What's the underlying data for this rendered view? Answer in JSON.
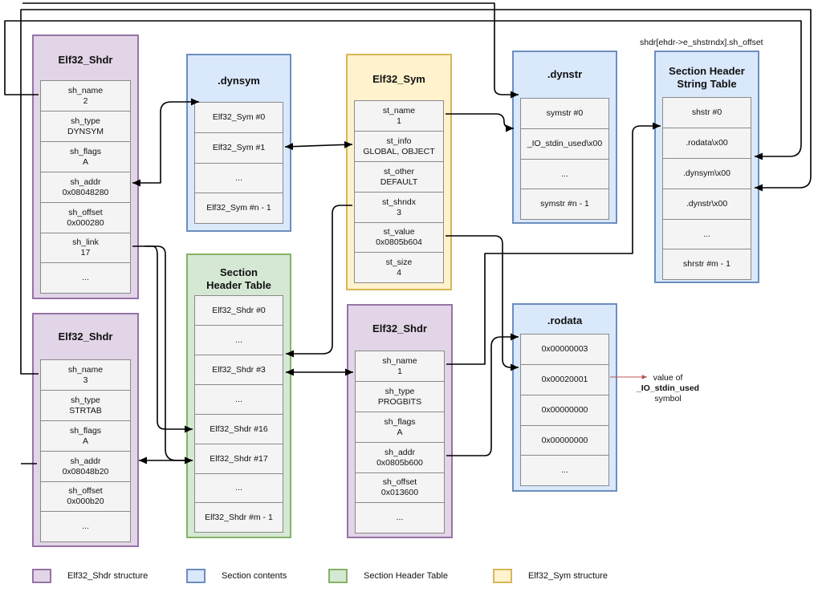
{
  "panels": {
    "shdr_top": {
      "title": "Elf32_Shdr",
      "cells": [
        {
          "l1": "sh_name",
          "l2": "2"
        },
        {
          "l1": "sh_type",
          "l2": "DYNSYM"
        },
        {
          "l1": "sh_flags",
          "l2": "A"
        },
        {
          "l1": "sh_addr",
          "l2": "0x08048280"
        },
        {
          "l1": "sh_offset",
          "l2": "0x000280"
        },
        {
          "l1": "sh_link",
          "l2": "17"
        },
        {
          "l1": "...",
          "l2": ""
        }
      ]
    },
    "shdr_bottom": {
      "title": "Elf32_Shdr",
      "cells": [
        {
          "l1": "sh_name",
          "l2": "3"
        },
        {
          "l1": "sh_type",
          "l2": "STRTAB"
        },
        {
          "l1": "sh_flags",
          "l2": "A"
        },
        {
          "l1": "sh_addr",
          "l2": "0x08048b20"
        },
        {
          "l1": "sh_offset",
          "l2": "0x000b20"
        },
        {
          "l1": "...",
          "l2": ""
        }
      ]
    },
    "dynsym": {
      "title": ".dynsym",
      "cells": [
        {
          "l1": "Elf32_Sym #0",
          "l2": ""
        },
        {
          "l1": "Elf32_Sym #1",
          "l2": ""
        },
        {
          "l1": "...",
          "l2": ""
        },
        {
          "l1": "Elf32_Sym #n - 1",
          "l2": ""
        }
      ]
    },
    "sht": {
      "title1": "Section",
      "title2": "Header Table",
      "cells": [
        {
          "l1": "Elf32_Shdr #0",
          "l2": ""
        },
        {
          "l1": "...",
          "l2": ""
        },
        {
          "l1": "Elf32_Shdr #3",
          "l2": ""
        },
        {
          "l1": "...",
          "l2": ""
        },
        {
          "l1": "Elf32_Shdr #16",
          "l2": ""
        },
        {
          "l1": "Elf32_Shdr #17",
          "l2": ""
        },
        {
          "l1": "...",
          "l2": ""
        },
        {
          "l1": "Elf32_Shdr #m - 1",
          "l2": ""
        }
      ]
    },
    "sym": {
      "title": "Elf32_Sym",
      "cells": [
        {
          "l1": "st_name",
          "l2": "1"
        },
        {
          "l1": "st_info",
          "l2": "GLOBAL, OBJECT"
        },
        {
          "l1": "st_other",
          "l2": "DEFAULT"
        },
        {
          "l1": "st_shndx",
          "l2": "3"
        },
        {
          "l1": "st_value",
          "l2": "0x0805b604"
        },
        {
          "l1": "st_size",
          "l2": "4"
        }
      ]
    },
    "shdr_mid": {
      "title": "Elf32_Shdr",
      "cells": [
        {
          "l1": "sh_name",
          "l2": "1"
        },
        {
          "l1": "sh_type",
          "l2": "PROGBITS"
        },
        {
          "l1": "sh_flags",
          "l2": "A"
        },
        {
          "l1": "sh_addr",
          "l2": "0x0805b600"
        },
        {
          "l1": "sh_offset",
          "l2": "0x013600"
        },
        {
          "l1": "...",
          "l2": ""
        }
      ]
    },
    "dynstr": {
      "title": ".dynstr",
      "cells": [
        {
          "l1": "symstr #0",
          "l2": ""
        },
        {
          "l1": "_IO_stdin_used\\x00",
          "l2": ""
        },
        {
          "l1": "...",
          "l2": ""
        },
        {
          "l1": "symstr #n - 1",
          "l2": ""
        }
      ]
    },
    "rodata": {
      "title": ".rodata",
      "cells": [
        {
          "l1": "0x00000003",
          "l2": ""
        },
        {
          "l1": "0x00020001",
          "l2": ""
        },
        {
          "l1": "0x00000000",
          "l2": ""
        },
        {
          "l1": "0x00000000",
          "l2": ""
        },
        {
          "l1": "...",
          "l2": ""
        }
      ]
    },
    "shstrtab": {
      "title1": "Section Header",
      "title2": "String Table",
      "cells": [
        {
          "l1": "shstr #0",
          "l2": ""
        },
        {
          "l1": ".rodata\\x00",
          "l2": ""
        },
        {
          "l1": ".dynsym\\x00",
          "l2": ""
        },
        {
          "l1": ".dynstr\\x00",
          "l2": ""
        },
        {
          "l1": "...",
          "l2": ""
        },
        {
          "l1": "shrstr #m - 1",
          "l2": ""
        }
      ]
    }
  },
  "shstr_offset_label": "shdr[ehdr->e_shstrndx].sh_offset",
  "value_note": {
    "line1": "value of",
    "line2": "_IO_stdin_used",
    "line3": "symbol"
  },
  "legend": [
    {
      "label": "Elf32_Shdr structure",
      "fill": "#e1d5e7",
      "stroke": "#9673a6"
    },
    {
      "label": "Section contents",
      "fill": "#dae8fc",
      "stroke": "#6c8ebf"
    },
    {
      "label": "Section Header Table",
      "fill": "#d5e8d4",
      "stroke": "#82b366"
    },
    {
      "label": "Elf32_Sym structure",
      "fill": "#fff2cc",
      "stroke": "#d6b656"
    }
  ],
  "colors": {
    "arrow": "#000000",
    "note_arrow": "#b85450"
  }
}
